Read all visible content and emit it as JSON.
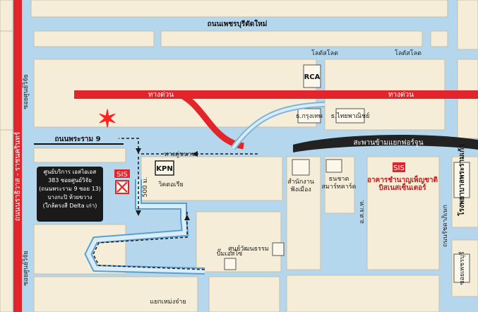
{
  "colors": {
    "block": "#f5edd8",
    "road_blue": "#b5d7ee",
    "expressway": "#e3242b",
    "bridge": "#222222",
    "route": "#1a1a1a",
    "marker": "#ff2020"
  },
  "roads": {
    "top": "ถนนเพชรบุรีตัดใหม่",
    "left_vertical_1": "ถนนนราธิวาส - ราชนครินทร์",
    "left_vertical_2": "ซอยศูนย์วิจัย",
    "left_vertical_3": "ซอยศูนย์วิจัย",
    "rama9": "ถนนพระราม 9",
    "right_vertical_1": "โรงพยาบาลพระรามเก้า",
    "right_vertical_2": "ถนนรัชดาภิเษก",
    "right_vertical_3": "ซอยเพชรบุรี"
  },
  "labels": {
    "lotus_1": "โลตัสโลต",
    "lotus_2": "โลตัสโลต",
    "expressway_1": "ทางด่วน",
    "expressway_2": "ทางด่วน",
    "rca": "RCA",
    "bank_1": "ธ.กรุงเทพ",
    "bank_2": "ธ.ไทยพาณิชย์",
    "bridge": "สะพานข้ามแยกฟอร์จูน",
    "parallel_road": "ทางคู่ขนาน",
    "kpn": "KPN",
    "victoria": "วิคตอเรีย",
    "distance": "500 ม.",
    "office_1": "สำนักงาน",
    "office_2": "ฟังเมือง",
    "bank_3": "ธนชาต",
    "bank_4": "สมาร์ทคาร์ด",
    "post_vertical": "อ.ส.ม.ท.",
    "sis_building_1": "อาคารชำนาญเพ็ญชาติ",
    "sis_building_2": "บิสเนสเซ็นเตอร์",
    "esso": "ปั๊มเอสโซ่",
    "cultural_center": "ศูนย์วัฒนธรรม",
    "junction_bottom": "แยกเหม่งจ๋าย",
    "sis_small": "SIS",
    "sis_logo": "SIS"
  },
  "info_box": {
    "line1": "ศูนย์บริการ เอสไอเอส",
    "line2": "383 ซอยศูนย์วิจัย",
    "line3": "(ถนนพระราม 9 ซอย 13)",
    "line4": "บางกะปิ ห้วยขวาง",
    "line5": "(ใกล้ตรงสี Delta เก่า)"
  }
}
